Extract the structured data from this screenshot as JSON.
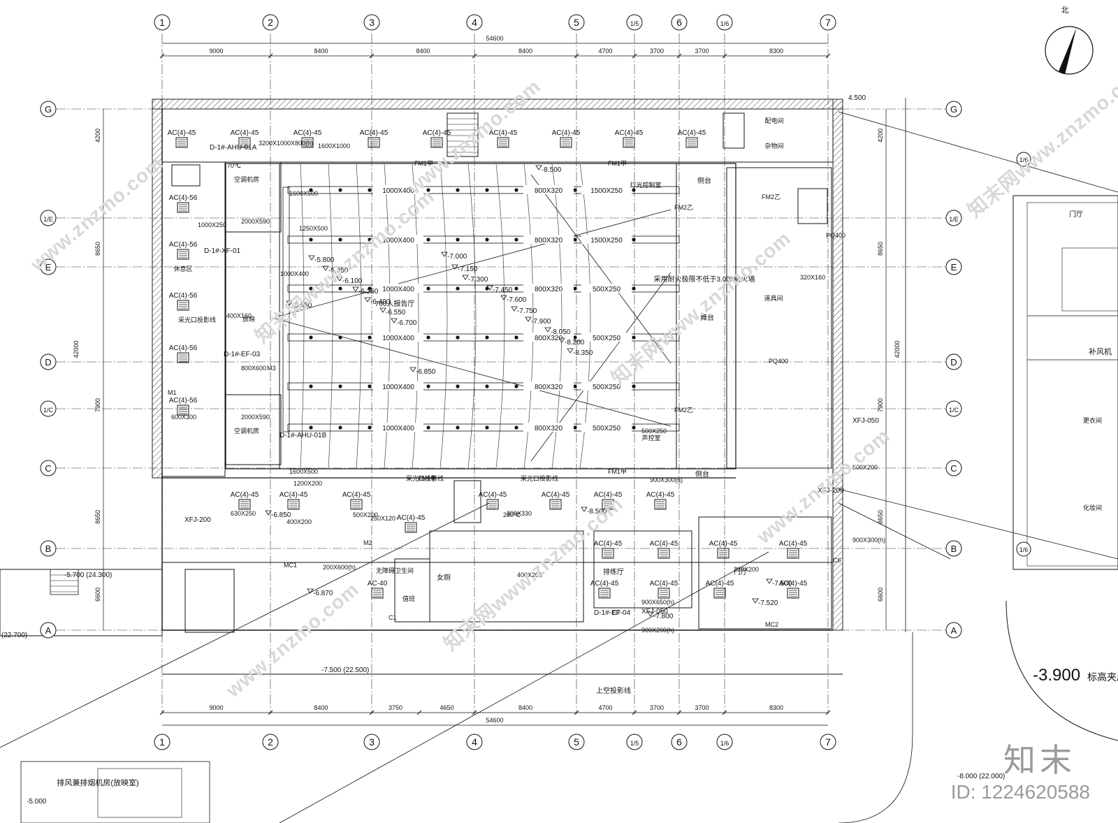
{
  "plan": {
    "grid_top": [
      "1",
      "2",
      "3",
      "4",
      "5",
      "1/5",
      "6",
      "1/6",
      "7"
    ],
    "grid_left": [
      "G",
      "1/E",
      "E",
      "D",
      "1/C",
      "C",
      "B",
      "A"
    ],
    "top_spans": [
      "9000",
      "8400",
      "8400",
      "8400",
      "4700",
      "3700",
      "3700",
      "8300"
    ],
    "bottom_spans": [
      "9000",
      "8400",
      "3750",
      "4650",
      "8400",
      "4700",
      "3700",
      "3700",
      "8300"
    ],
    "total_width": "54600",
    "left_spans": [
      "4200",
      "8650",
      "7900",
      "8650",
      "6600"
    ],
    "total_height": "42000",
    "rooms": {
      "hall": "700人报告厅",
      "stage": "舞台",
      "side_stage_top": "侧台",
      "side_stage_bottom": "侧台",
      "rehearsal": "排练厅",
      "lobby": "门厅",
      "female_wc": "女厕",
      "duty": "值班",
      "power_room": "配电间",
      "storage": "杂物间",
      "props": "道具间",
      "rest": "休息区",
      "projection": "放映",
      "ac_room_top": "空调机房",
      "ac_room_bottom": "空调机房",
      "light_ctrl": "灯光控制室",
      "sound_ctrl": "声控室",
      "accessible": "无障碍卫生间"
    },
    "notes": {
      "firewall": "采用耐火极限不低于3.00h防火墙",
      "skylight_top": "采光口投影线",
      "skylight_left": "采光口投影线",
      "skylight_mid": "采光口投影线",
      "void_proj": "上空投影线",
      "exhaust_title": "排风兼排烟机房(放映室)"
    },
    "levels": [
      "-8.500",
      "-7.000",
      "-7.150",
      "-7.300",
      "-7.450",
      "-7.600",
      "-7.750",
      "-7.900",
      "-8.050",
      "-8.200",
      "-8.350",
      "-6.850",
      "-6.700",
      "-6.550",
      "-6.400",
      "-6.250",
      "-6.100",
      "-5.950",
      "-5.800",
      "-5.650",
      "-6.850",
      "-6.870",
      "-7.500",
      "-7.520",
      "-7.800",
      "-8.500"
    ],
    "outside_levels": {
      "l1": "-5.700 (24.300)",
      "l2": "-7.500 (22.500)",
      "l3": "(22.700)",
      "l4": "-8.000 (22.000)",
      "l5": "-5.000",
      "l6": "4.500"
    },
    "ac_units": [
      "AC(4)-45",
      "AC(4)-45",
      "AC(4)-45",
      "AC(4)-45",
      "AC(4)-45",
      "AC(4)-45",
      "AC(4)-45",
      "AC(4)-45",
      "AC(4)-45",
      "AC(4)-56",
      "AC(4)-56",
      "AC(4)-56",
      "AC(4)-56",
      "AC(4)-56",
      "AC(4)-45",
      "AC(4)-45",
      "AC(4)-45",
      "AC(4)-45",
      "AC(4)-45",
      "AC(4)-45",
      "AC(4)-45",
      "AC(4)-45",
      "AC(4)-45",
      "AC(4)-45",
      "AC(4)-45",
      "AC(4)-45",
      "AC(4)-45",
      "AC(4)-45",
      "AC(4)-45",
      "AC(4)-45",
      "AC-40"
    ],
    "ducts": [
      "1000X400",
      "800X320",
      "1500X250",
      "1000X400",
      "800X320",
      "1500X250",
      "1000X400",
      "800X320",
      "500X250",
      "1000X400",
      "800X320",
      "500X250",
      "1000X400",
      "800X320",
      "500X250",
      "1000X400",
      "800X320",
      "500X250"
    ],
    "equipment": [
      "D-1#-AHU-01A",
      "D-1#-XF-01",
      "D-1#-EF-03",
      "D-1#-AHU-01B",
      "XFJ-200",
      "XFJ-050",
      "XFJ-200",
      "XFJ-050",
      "D-1#-EF-04"
    ],
    "misc_labels": [
      "3200X1000X800(h)",
      "1600X1000",
      "2000X590",
      "2000X590",
      "1600X500",
      "1600X500",
      "1250X500",
      "1000X400",
      "800X600",
      "400X160",
      "1000X250",
      "500X250",
      "600X300",
      "500X200",
      "900X300(h)",
      "500X200",
      "630X250",
      "400X200",
      "250X120",
      "200X600(h)",
      "900X650(h)",
      "900X200(h)",
      "900X300(h)",
      "320X200",
      "320X160",
      "400X200",
      "300X330",
      "1200X200",
      "FM1甲",
      "FM1甲",
      "FM1甲",
      "FM1甲",
      "FM2乙",
      "FM2乙",
      "FM2乙",
      "PQ400",
      "PQ400",
      "M1",
      "M2",
      "M3",
      "MC1",
      "MC2",
      "C1",
      "C7",
      "C6",
      "70℃",
      "280℃"
    ]
  },
  "north_label": "北",
  "compass_rotation_deg": 18,
  "watermarks": [
    "www.znzmo.com",
    "知末网www.znzmo.com",
    "www.znzmo.com",
    "知末网www.znzmo.com",
    "www.znzmo.com",
    "知末网www.znzmo.com",
    "www.znzmo.com",
    "知末网www.znzmo.com"
  ],
  "brand": {
    "name": "知末",
    "id": "ID: 1224620588"
  },
  "right_partial": {
    "level": "-3.900",
    "level_text": "标高夹层",
    "lobby": "门厅",
    "supply": "补风机",
    "dressing": "化妆间",
    "changing": "更衣间",
    "axes": [
      "1/6",
      "1/6"
    ]
  }
}
